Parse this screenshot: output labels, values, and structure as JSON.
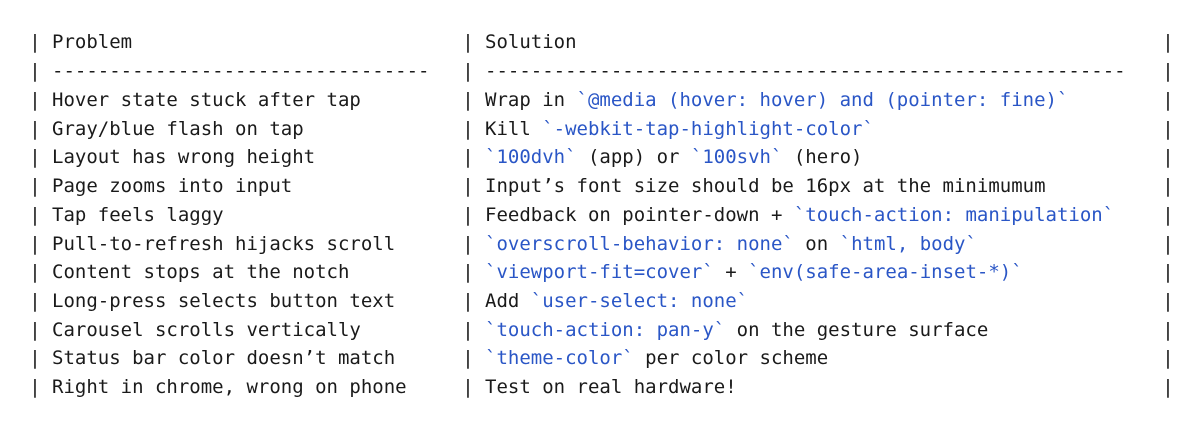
{
  "table": {
    "pipe": "|",
    "headers": [
      "Problem",
      "Solution"
    ],
    "separators": [
      "---------------------------------",
      "--------------------------------------------------------"
    ],
    "rows": [
      {
        "problem": "Hover state stuck after tap",
        "solution": [
          {
            "text": "Wrap in ",
            "code": false
          },
          {
            "text": "`@media (hover: hover) and (pointer: fine)`",
            "code": true
          }
        ]
      },
      {
        "problem": "Gray/blue flash on tap",
        "solution": [
          {
            "text": "Kill ",
            "code": false
          },
          {
            "text": "`-webkit-tap-highlight-color`",
            "code": true
          }
        ]
      },
      {
        "problem": "Layout has wrong height",
        "solution": [
          {
            "text": "`100dvh`",
            "code": true
          },
          {
            "text": " (app) or ",
            "code": false
          },
          {
            "text": "`100svh`",
            "code": true
          },
          {
            "text": " (hero)",
            "code": false
          }
        ]
      },
      {
        "problem": "Page zooms into input",
        "solution": [
          {
            "text": "Input’s font size should be 16px at the minimumum",
            "code": false
          }
        ]
      },
      {
        "problem": "Tap feels laggy",
        "solution": [
          {
            "text": "Feedback on pointer-down + ",
            "code": false
          },
          {
            "text": "`touch-action: manipulation`",
            "code": true
          }
        ]
      },
      {
        "problem": "Pull-to-refresh hijacks scroll",
        "solution": [
          {
            "text": "`overscroll-behavior: none`",
            "code": true
          },
          {
            "text": " on ",
            "code": false
          },
          {
            "text": "`html, body`",
            "code": true
          }
        ]
      },
      {
        "problem": "Content stops at the notch",
        "solution": [
          {
            "text": "`viewport-fit=cover`",
            "code": true
          },
          {
            "text": " + ",
            "code": false
          },
          {
            "text": "`env(safe-area-inset-*)`",
            "code": true
          }
        ]
      },
      {
        "problem": "Long-press selects button text",
        "solution": [
          {
            "text": "Add ",
            "code": false
          },
          {
            "text": "`user-select: none`",
            "code": true
          }
        ]
      },
      {
        "problem": "Carousel scrolls vertically",
        "solution": [
          {
            "text": "`touch-action: pan-y`",
            "code": true
          },
          {
            "text": " on the gesture surface",
            "code": false
          }
        ]
      },
      {
        "problem": "Status bar color doesn’t match",
        "solution": [
          {
            "text": "`theme-color`",
            "code": true
          },
          {
            "text": " per color scheme",
            "code": false
          }
        ]
      },
      {
        "problem": "Right in chrome, wrong on phone",
        "solution": [
          {
            "text": "Test on real hardware!",
            "code": false
          }
        ]
      }
    ]
  },
  "colors": {
    "text": "#1a1a1a",
    "code": "#2a56c6",
    "background": "#ffffff"
  }
}
